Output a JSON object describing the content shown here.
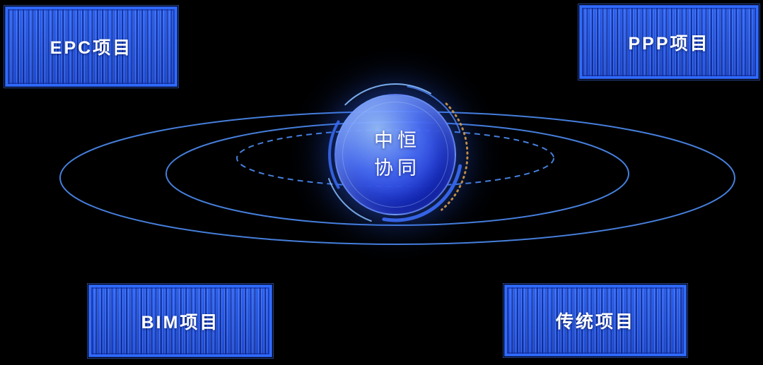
{
  "diagram": {
    "center": {
      "title_line1": "中恒",
      "title_line2": "协同"
    },
    "nodes": [
      {
        "id": "epc",
        "label": "EPC项目"
      },
      {
        "id": "ppp",
        "label": "PPP项目"
      },
      {
        "id": "bim",
        "label": "BIM项目"
      },
      {
        "id": "traditional",
        "label": "传统项目"
      }
    ],
    "colors": {
      "background": "#000000",
      "box_fill": "#2256e0",
      "box_border": "#2f6bff",
      "orbit_stroke": "#4a86e8",
      "accent_orange": "#f5a623",
      "center_text": "#ffffff"
    }
  }
}
